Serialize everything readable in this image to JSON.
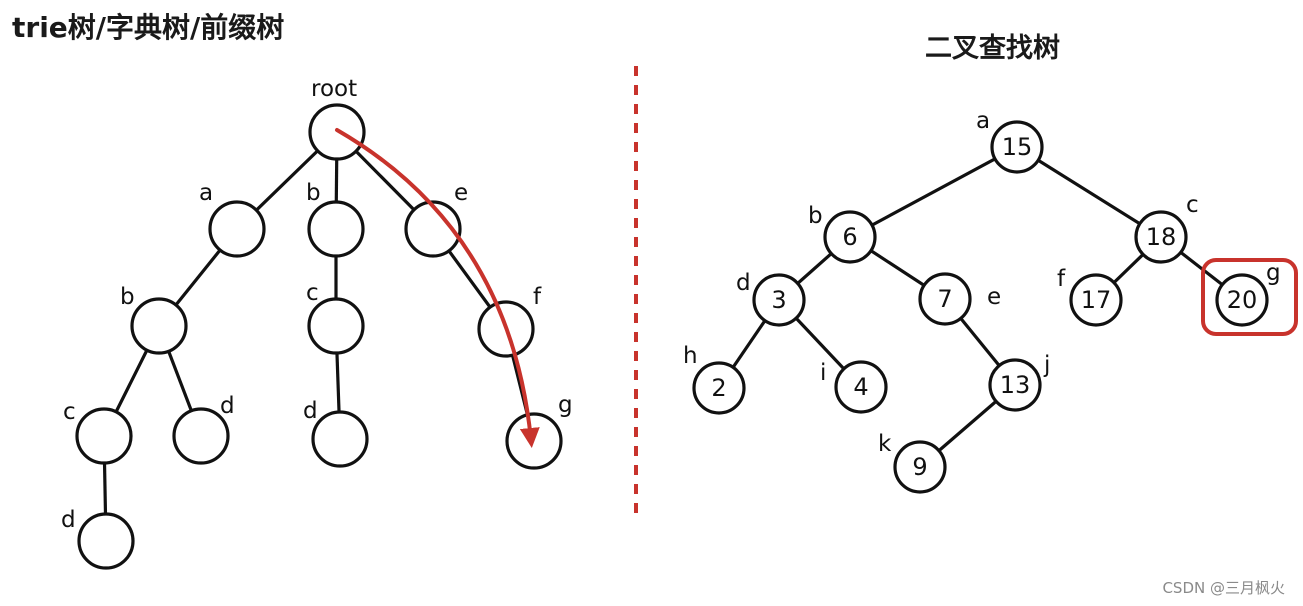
{
  "titles": {
    "trie": "trie树/字典树/前缀树",
    "bst": "二叉查找树"
  },
  "watermark": "CSDN @三月枫火",
  "colors": {
    "ink": "#111111",
    "highlight": "#c8332c",
    "divider": "#c8332c"
  },
  "trie": {
    "root_label": "root",
    "labels": {
      "a": "a",
      "b1": "b",
      "e": "e",
      "b2": "b",
      "c2": "c",
      "f": "f",
      "c3": "c",
      "d3": "d",
      "d4": "d",
      "g": "g",
      "d5": "d"
    }
  },
  "bst": {
    "nodes": [
      {
        "id": "a",
        "label": "a",
        "value": "15"
      },
      {
        "id": "b",
        "label": "b",
        "value": "6"
      },
      {
        "id": "c",
        "label": "c",
        "value": "18"
      },
      {
        "id": "d",
        "label": "d",
        "value": "3"
      },
      {
        "id": "e",
        "label": "e",
        "value": "7"
      },
      {
        "id": "f",
        "label": "f",
        "value": "17"
      },
      {
        "id": "g",
        "label": "g",
        "value": "20"
      },
      {
        "id": "h",
        "label": "h",
        "value": "2"
      },
      {
        "id": "i",
        "label": "i",
        "value": "4"
      },
      {
        "id": "j",
        "label": "j",
        "value": "13"
      },
      {
        "id": "k",
        "label": "k",
        "value": "9"
      }
    ]
  }
}
